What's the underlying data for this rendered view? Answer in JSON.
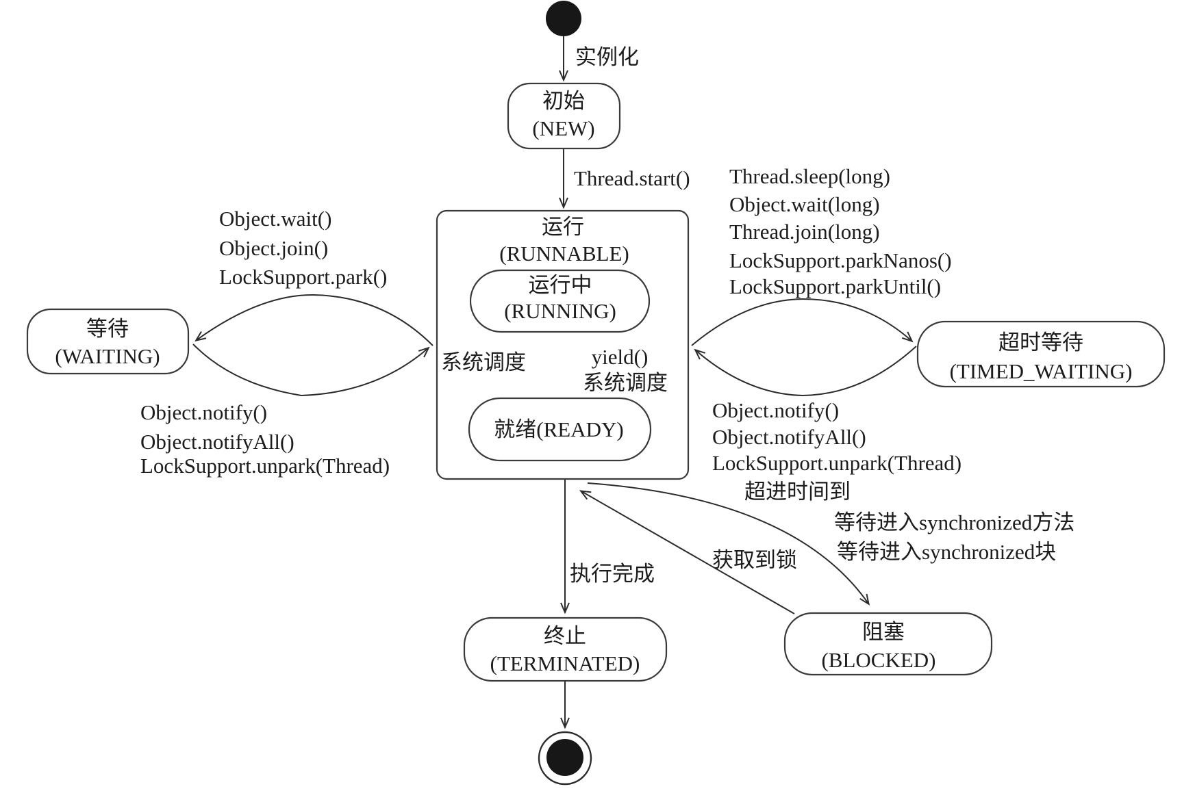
{
  "diagram": {
    "kind": "uml-state-diagram",
    "subject": "Java thread lifecycle states",
    "colors": {
      "ink": "#1c1c1c",
      "background": "#ffffff"
    },
    "states": {
      "new": {
        "name": "初始",
        "code": "(NEW)"
      },
      "runnable": {
        "name": "运行",
        "code": "(RUNNABLE)"
      },
      "running": {
        "name": "运行中",
        "code": "(RUNNING)"
      },
      "ready": {
        "name": "就绪(READY)"
      },
      "waiting": {
        "name": "等待",
        "code": "(WAITING)"
      },
      "timed_waiting": {
        "name": "超时等待",
        "code": "(TIMED_WAITING)"
      },
      "terminated": {
        "name": "终止",
        "code": "(TERMINATED)"
      },
      "blocked": {
        "name": "阻塞",
        "code": "(BLOCKED)"
      }
    },
    "transitions": {
      "instantiate": "实例化",
      "thread_start": "Thread.start()",
      "scheduler_left": "系统调度",
      "yield": "yield()",
      "scheduler_right": "系统调度",
      "execution_done": "执行完成",
      "to_waiting": [
        "Object.wait()",
        "Object.join()",
        "LockSupport.park()"
      ],
      "from_waiting": [
        "Object.notify()",
        "Object.notifyAll()",
        "LockSupport.unpark(Thread)"
      ],
      "to_timed_waiting": [
        "Thread.sleep(long)",
        "Object.wait(long)",
        "Thread.join(long)",
        "LockSupport.parkNanos()",
        "LockSupport.parkUntil()"
      ],
      "from_timed_waiting": [
        "Object.notify()",
        "Object.notifyAll()",
        "LockSupport.unpark(Thread)",
        "超进时间到"
      ],
      "to_blocked": [
        "等待进入synchronized方法",
        "等待进入synchronized块"
      ],
      "from_blocked": "获取到锁"
    }
  }
}
